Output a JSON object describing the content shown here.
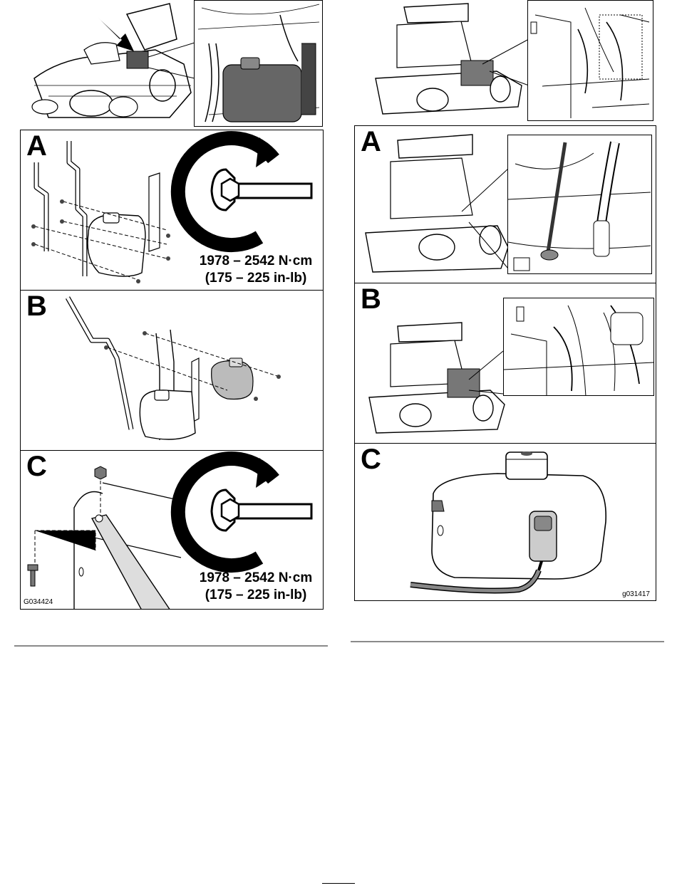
{
  "left_figure": {
    "panels": [
      {
        "letter": "A",
        "torque_line1": "1978 – 2542 N·cm",
        "torque_line2": "(175 – 225 in-lb)"
      },
      {
        "letter": "B"
      },
      {
        "letter": "C",
        "torque_line1": "1978 – 2542 N·cm",
        "torque_line2": "(175 – 225 in-lb)"
      }
    ],
    "graphic_code": "G034424"
  },
  "right_figure": {
    "panels": [
      {
        "letter": "A"
      },
      {
        "letter": "B"
      },
      {
        "letter": "C"
      }
    ],
    "graphic_code": "g031417"
  },
  "icons": [
    "wrench-icon",
    "rotation-arrow-icon",
    "hex-nut-icon",
    "bolt-icon"
  ]
}
